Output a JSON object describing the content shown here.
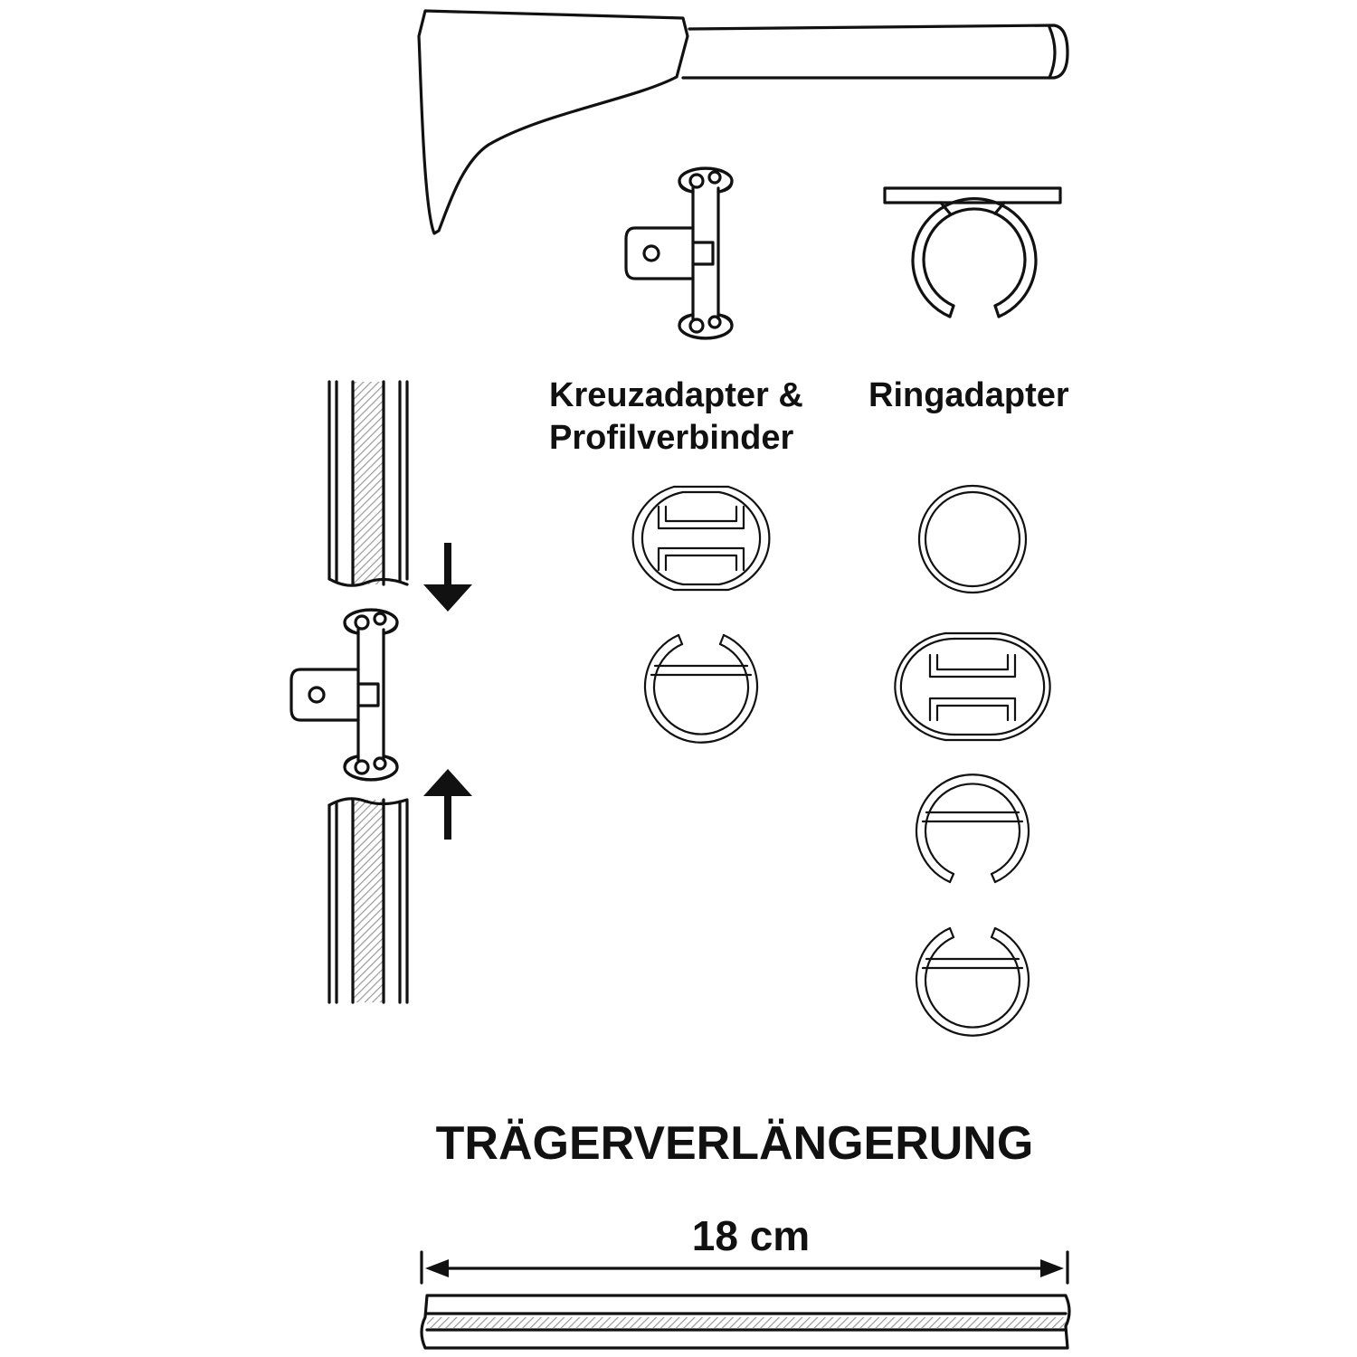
{
  "labels": {
    "kreuzadapter_line1": "Kreuzadapter &",
    "kreuzadapter_line2": "Profilverbinder",
    "ringadapter": "Ringadapter",
    "traegerverlaengerung": "TRÄGERVERLÄNGERUNG",
    "dimension": "18 cm"
  },
  "colors": {
    "line": "#111111",
    "background": "#ffffff",
    "hatch": "#9a9a9a"
  }
}
